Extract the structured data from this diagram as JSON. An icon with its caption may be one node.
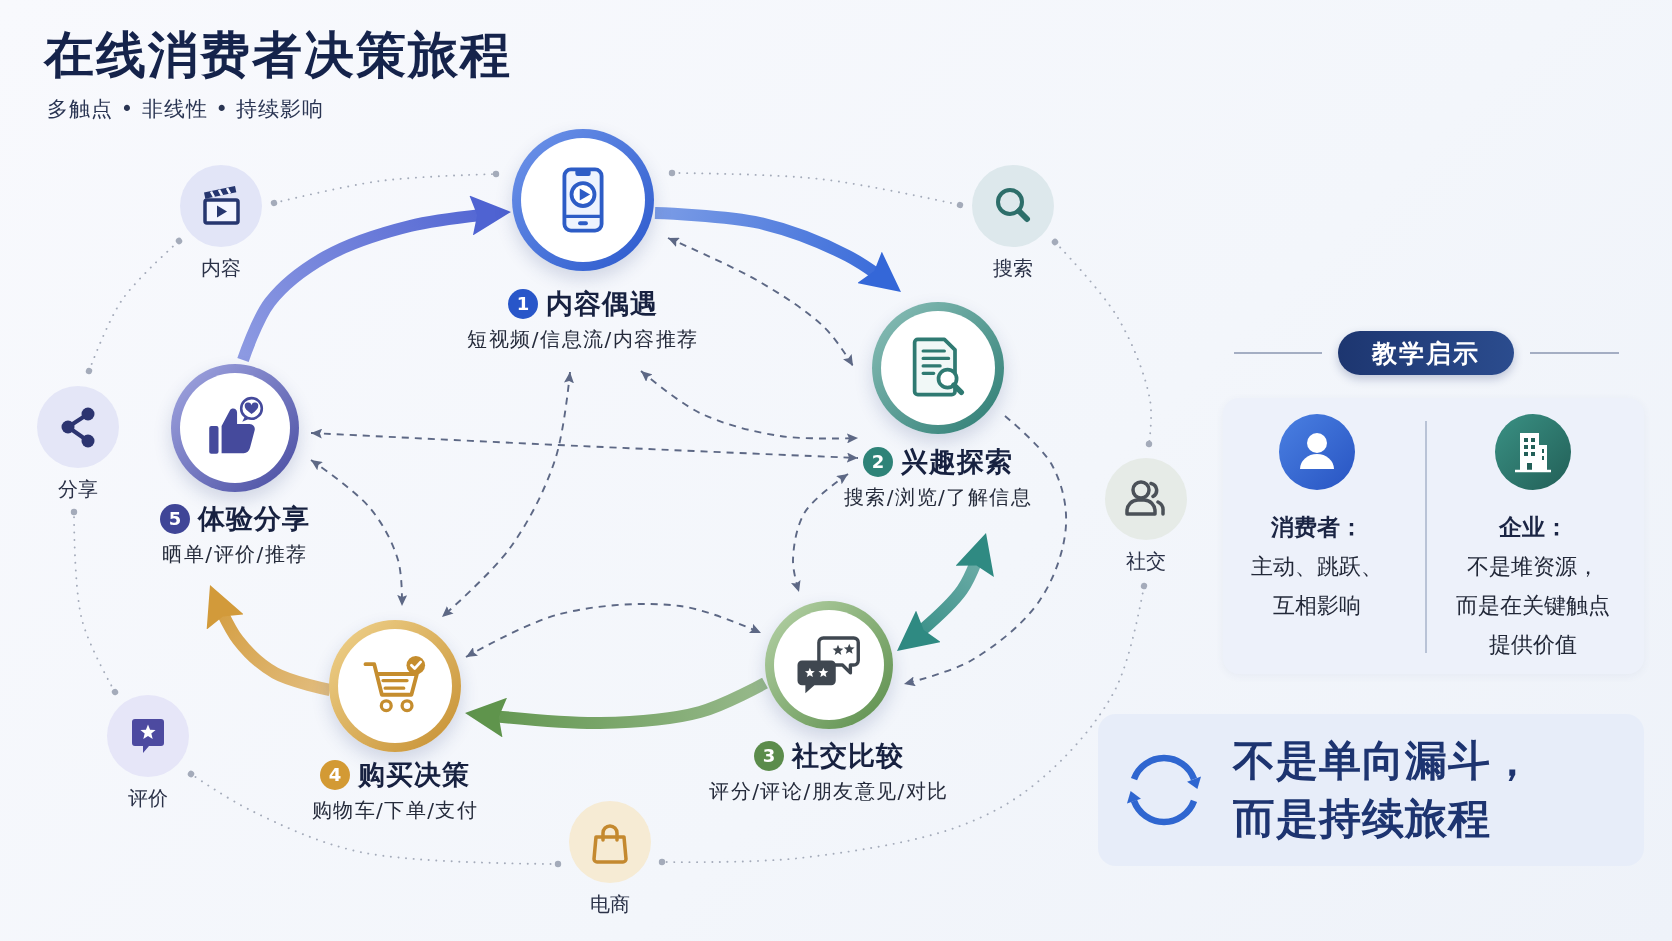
{
  "diagram": {
    "title": "在线消费者决策旅程",
    "nodes": [
      {
        "text": [
          "1",
          "内容偶遇",
          "短视频/信息流/内容推荐"
        ]
      },
      {
        "text": [
          "2",
          "兴趣探索",
          "搜索/浏览/了解信息"
        ]
      },
      {
        "text": [
          "3",
          "社交比较",
          "评分/评论/朋友意见/对比"
        ]
      },
      {
        "text": [
          "4",
          "购买决策",
          "购物车/下单/支付"
        ]
      },
      {
        "text": [
          "5",
          "体验分享",
          "晒单/评价/推荐"
        ]
      },
      {
        "text": [
          "内容"
        ]
      },
      {
        "text": [
          "搜索"
        ]
      },
      {
        "text": [
          "社交"
        ]
      },
      {
        "text": [
          "电商"
        ]
      },
      {
        "text": [
          "评价"
        ]
      },
      {
        "text": [
          "分享"
        ]
      },
      {
        "text": [
          "教学启示"
        ]
      },
      {
        "text": [],
        "shape": "box"
      },
      {
        "text": [
          "消费者：",
          "主动、跳跃、互相影响"
        ],
        "in": 12
      },
      {
        "text": [
          "企业：",
          "不是堆资源，而是在关键触点提供价值"
        ],
        "in": 12
      },
      {
        "text": [
          "不是单向漏斗，而是持续旅程"
        ]
      }
    ],
    "edges": [
      {
        "from": 4,
        "to": 0,
        "arrow": "to",
        "style": "thick",
        "color": "#4f63d2"
      },
      {
        "from": 0,
        "to": 1,
        "arrow": "to",
        "style": "thick",
        "color": "#3467d8"
      },
      {
        "from": 1,
        "to": 2,
        "arrow": "both",
        "style": "thick",
        "color": "#2f8a82"
      },
      {
        "from": 2,
        "to": 3,
        "arrow": "to",
        "style": "thick",
        "color": "#5f944c"
      },
      {
        "from": 3,
        "to": 4,
        "arrow": "to",
        "style": "thick",
        "color": "#d29a3a"
      },
      {
        "from": 0,
        "to": 1,
        "arrow": "both",
        "style": "dashed"
      },
      {
        "from": 0,
        "to": 1,
        "arrow": "both",
        "style": "dashed"
      },
      {
        "from": 4,
        "to": 1,
        "arrow": "both",
        "style": "dashed"
      },
      {
        "from": 0,
        "to": 3,
        "arrow": "both",
        "style": "dashed"
      },
      {
        "from": 4,
        "to": 3,
        "arrow": "both",
        "style": "dashed"
      },
      {
        "from": 3,
        "to": 2,
        "arrow": "both",
        "style": "dashed"
      },
      {
        "from": 1,
        "to": 2,
        "arrow": "both",
        "style": "dashed"
      },
      {
        "from": 1,
        "to": 2,
        "arrow": "to",
        "style": "dashed"
      },
      {
        "from": 5,
        "to": 0,
        "arrow": "other",
        "style": "dashed",
        "color": "#a4abba"
      },
      {
        "from": 0,
        "to": 6,
        "arrow": "other",
        "style": "dashed",
        "color": "#a4abba"
      },
      {
        "from": 6,
        "to": 7,
        "arrow": "other",
        "style": "dashed",
        "color": "#a4abba"
      },
      {
        "from": 7,
        "to": 8,
        "arrow": "other",
        "style": "dashed",
        "color": "#a4abba"
      },
      {
        "from": 8,
        "to": 9,
        "arrow": "other",
        "style": "dashed",
        "color": "#a4abba"
      },
      {
        "from": 9,
        "to": 10,
        "arrow": "other",
        "style": "dashed",
        "color": "#a4abba"
      },
      {
        "from": 10,
        "to": 5,
        "arrow": "other",
        "style": "dashed",
        "color": "#a4abba"
      }
    ],
    "labels": [
      "多触点 • 非线性 • 持续影响"
    ]
  }
}
